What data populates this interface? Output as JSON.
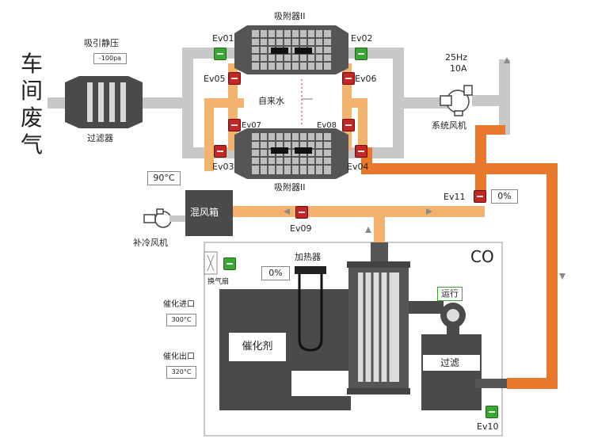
{
  "workshop_exhaust": "车间废气",
  "filter": {
    "label": "过滤器",
    "static_pressure_label": "吸引静压",
    "static_pressure_value": "-100pa"
  },
  "adsorber_top": "吸附器II",
  "adsorber_bottom": "吸附器II",
  "tap_water": "自来水",
  "valves": {
    "ev01": "Ev01",
    "ev02": "Ev02",
    "ev03": "Ev03",
    "ev04": "Ev04",
    "ev05": "Ev05",
    "ev06": "Ev06",
    "ev07": "Ev07",
    "ev08": "Ev08",
    "ev09": "Ev09",
    "ev10": "Ev10",
    "ev11": "Ev11"
  },
  "ev11_percent": "0%",
  "system_fan": {
    "label": "系统风机",
    "freq": "25Hz",
    "current": "10A"
  },
  "mix_box": {
    "label": "混风箱",
    "temperature": "90°C"
  },
  "cooling_fan": "补冷风机",
  "co_label": "CO",
  "exhaust_fan": "换气扇",
  "heater": {
    "label": "加热器",
    "percent": "0%"
  },
  "catalyst": "催化剂",
  "catalyst_inlet": {
    "label": "催化进口",
    "temperature": "300°C"
  },
  "catalyst_outlet": {
    "label": "催化出口",
    "temperature": "320°C"
  },
  "run_status": "运行",
  "filter2": "过滤",
  "colors": {
    "pipe_gray": "#c8c8c8",
    "pipe_orange": "#e8792c",
    "pipe_light_orange": "#f4b26f",
    "equipment_dark": "#4a4a4a",
    "valve_green": "#3aa535",
    "valve_red": "#c02727"
  }
}
